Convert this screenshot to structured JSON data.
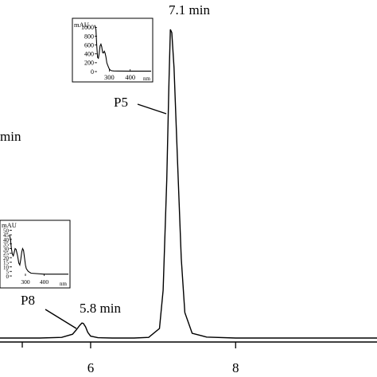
{
  "chart_data": {
    "type": "line",
    "main": {
      "x_ticks": [
        6,
        8
      ],
      "xlim": [
        4.75,
        9.95
      ],
      "ylim": [
        0,
        1
      ],
      "trace": {
        "x": [
          4.75,
          5.0,
          5.3,
          5.6,
          5.75,
          5.8,
          5.85,
          5.88,
          5.9,
          5.93,
          5.96,
          6.0,
          6.1,
          6.3,
          6.6,
          6.8,
          6.95,
          7.0,
          7.05,
          7.08,
          7.1,
          7.12,
          7.15,
          7.2,
          7.25,
          7.3,
          7.4,
          7.6,
          8.0,
          8.5,
          9.0,
          9.5,
          9.95
        ],
        "y": [
          0.0,
          0.0,
          0.0,
          0.002,
          0.012,
          0.025,
          0.04,
          0.047,
          0.046,
          0.035,
          0.018,
          0.006,
          0.001,
          0.0,
          0.0,
          0.002,
          0.03,
          0.15,
          0.5,
          0.8,
          0.97,
          0.96,
          0.85,
          0.55,
          0.25,
          0.08,
          0.015,
          0.003,
          0.0,
          0.0,
          0.0,
          0.0,
          0.0
        ]
      },
      "annotations": [
        {
          "id": "peak-p5-time",
          "text": "7.1 min"
        },
        {
          "id": "peak-p5-label",
          "text": "P5"
        },
        {
          "id": "peak-p8-time",
          "text": "5.8 min"
        },
        {
          "id": "peak-p8-label",
          "text": "P8"
        },
        {
          "id": "cutoff-label",
          "text": "min"
        }
      ]
    },
    "insets": [
      {
        "id": "p5-spectrum",
        "ylabel": "mAU",
        "xlabel": "nm",
        "y_ticks": [
          0,
          200,
          400,
          600,
          800,
          1000
        ],
        "x_ticks": [
          300,
          400
        ],
        "xlim": [
          230,
          500
        ],
        "ylim": [
          0,
          1150
        ],
        "trace": {
          "x": [
            230,
            236,
            240,
            244,
            248,
            252,
            256,
            260,
            264,
            268,
            272,
            276,
            280,
            284,
            288,
            292,
            296,
            300,
            305,
            310,
            320,
            340,
            400,
            500
          ],
          "y": [
            1050,
            950,
            600,
            320,
            300,
            420,
            580,
            620,
            560,
            430,
            420,
            460,
            420,
            330,
            200,
            150,
            100,
            60,
            35,
            20,
            15,
            12,
            10,
            10
          ]
        }
      },
      {
        "id": "p8-spectrum",
        "ylabel": "mAU",
        "xlabel": "nm",
        "y_ticks": [
          0,
          5,
          10,
          15,
          20,
          25,
          30,
          35,
          40,
          45,
          50
        ],
        "x_ticks": [
          300,
          400
        ],
        "xlim": [
          215,
          530
        ],
        "ylim": [
          0,
          53
        ],
        "trace": {
          "x": [
            215,
            220,
            225,
            230,
            235,
            240,
            245,
            250,
            258,
            265,
            270,
            275,
            280,
            285,
            290,
            295,
            300,
            305,
            315,
            330,
            400,
            530
          ],
          "y": [
            45,
            40,
            30,
            24,
            22,
            26,
            30,
            29,
            22,
            14,
            12,
            18,
            26,
            30,
            28,
            20,
            12,
            8,
            5,
            3,
            2,
            2
          ]
        }
      }
    ]
  }
}
